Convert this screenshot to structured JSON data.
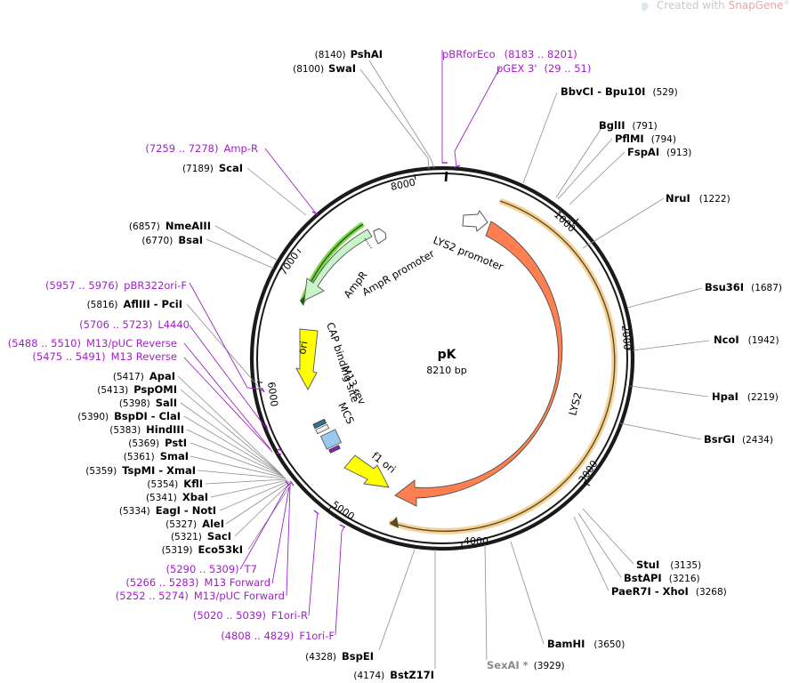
{
  "watermark": {
    "prefix": "Created with ",
    "brand": "SnapGene",
    "mark": "®"
  },
  "plasmid": {
    "name": "pK",
    "length": "8210 bp"
  },
  "ring_ticks": [
    "1000",
    "2000",
    "3000",
    "4000",
    "5000",
    "6000",
    "7000",
    "8000"
  ],
  "enzymes": [
    {
      "name": "PshAI",
      "pos": "(8140)"
    },
    {
      "name": "SwaI",
      "pos": "(8100)"
    },
    {
      "name": "BbvCI - Bpu10I",
      "pos": "(529)"
    },
    {
      "name": "BglII",
      "pos": "(791)"
    },
    {
      "name": "PflMI",
      "pos": "(794)"
    },
    {
      "name": "FspAI",
      "pos": "(913)"
    },
    {
      "name": "NruI",
      "pos": "(1222)"
    },
    {
      "name": "Bsu36I",
      "pos": "(1687)"
    },
    {
      "name": "NcoI",
      "pos": "(1942)"
    },
    {
      "name": "HpaI",
      "pos": "(2219)"
    },
    {
      "name": "BsrGI",
      "pos": "(2434)"
    },
    {
      "name": "StuI",
      "pos": "(3135)"
    },
    {
      "name": "BstAPI",
      "pos": "(3216)"
    },
    {
      "name": "PaeR7I - XhoI",
      "pos": "(3268)"
    },
    {
      "name": "BamHI",
      "pos": "(3650)"
    },
    {
      "name": "SexAI *",
      "pos": "(3929)"
    },
    {
      "name": "BstZ17I",
      "pos": "(4174)"
    },
    {
      "name": "BspEI",
      "pos": "(4328)"
    },
    {
      "name": "Eco53kI",
      "pos": "(5319)"
    },
    {
      "name": "SacI",
      "pos": "(5321)"
    },
    {
      "name": "AleI",
      "pos": "(5327)"
    },
    {
      "name": "EagI - NotI",
      "pos": "(5334)"
    },
    {
      "name": "XbaI",
      "pos": "(5341)"
    },
    {
      "name": "KflI",
      "pos": "(5354)"
    },
    {
      "name": "TspMI - XmaI",
      "pos": "(5359)"
    },
    {
      "name": "SmaI",
      "pos": "(5361)"
    },
    {
      "name": "PstI",
      "pos": "(5369)"
    },
    {
      "name": "HindIII",
      "pos": "(5383)"
    },
    {
      "name": "BspDI - ClaI",
      "pos": "(5390)"
    },
    {
      "name": "SalI",
      "pos": "(5398)"
    },
    {
      "name": "PspOMI",
      "pos": "(5413)"
    },
    {
      "name": "ApaI",
      "pos": "(5417)"
    },
    {
      "name": "AflIII - PciI",
      "pos": "(5816)"
    },
    {
      "name": "BsaI",
      "pos": "(6770)"
    },
    {
      "name": "NmeAIII",
      "pos": "(6857)"
    },
    {
      "name": "ScaI",
      "pos": "(7189)"
    }
  ],
  "primers": [
    {
      "name": "pBRforEco",
      "range": "(8183 .. 8201)"
    },
    {
      "name": "pGEX 3'",
      "range": "(29 .. 51)"
    },
    {
      "name": "Amp-R",
      "range": "(7259 .. 7278)"
    },
    {
      "name": "pBR322ori-F",
      "range": "(5957 .. 5976)"
    },
    {
      "name": "L4440",
      "range": "(5706 .. 5723)"
    },
    {
      "name": "M13/pUC Reverse",
      "range": "(5488 .. 5510)"
    },
    {
      "name": "M13 Reverse",
      "range": "(5475 .. 5491)"
    },
    {
      "name": "T7",
      "range": "(5290 .. 5309)"
    },
    {
      "name": "M13 Forward",
      "range": "(5266 .. 5283)"
    },
    {
      "name": "M13/pUC Forward",
      "range": "(5252 .. 5274)"
    },
    {
      "name": "F1ori-R",
      "range": "(5020 .. 5039)"
    },
    {
      "name": "F1ori-F",
      "range": "(4808 .. 4829)"
    }
  ],
  "features": {
    "lys2_promoter": "LYS2 promoter",
    "lys2": "LYS2",
    "ampr_promoter": "AmpR promoter",
    "ampr": "AmpR",
    "ori": "ori",
    "cap": "CAP binding site",
    "m13rev": "M13 rev",
    "mcs": "MCS",
    "f1ori": "f1 ori"
  },
  "colors": {
    "lys2": "#ff7f50",
    "lys2_orf_glow": "#f5d29a",
    "ampr": "#c8f5c8",
    "ampr_orf_glow": "#7cd64a",
    "ori": "#ffff00",
    "f1ori": "#ffff00",
    "primer": "#a020c8",
    "backbone": "#1a1a1a"
  }
}
